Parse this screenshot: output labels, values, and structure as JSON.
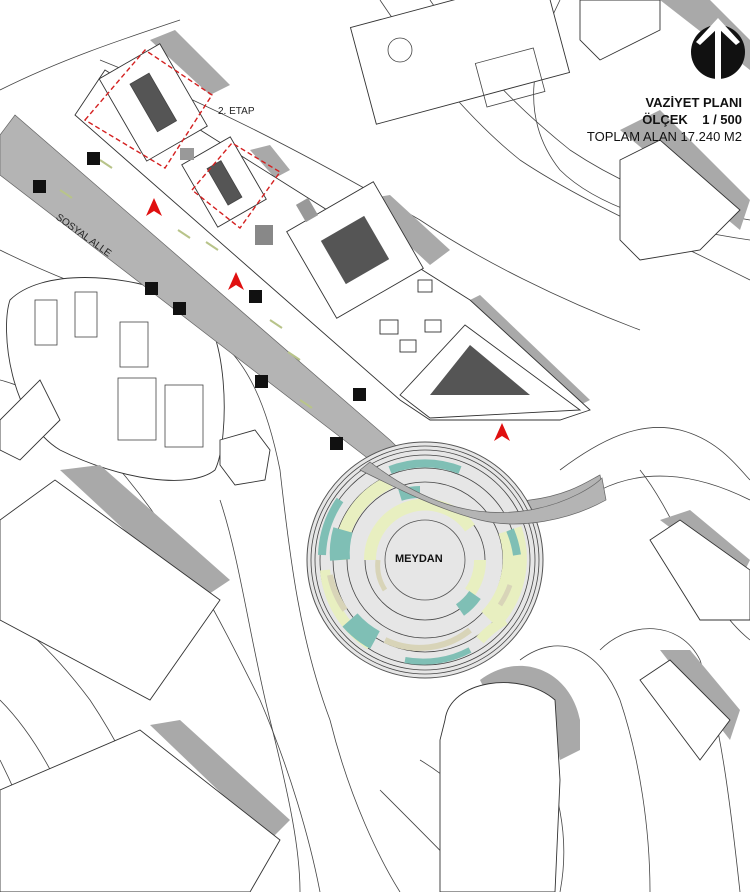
{
  "title": {
    "name": "VAZİYET PLANI",
    "scale_label": "ÖLÇEK",
    "scale_value": "1 / 500",
    "area": "TOPLAM ALAN 17.240 M2"
  },
  "labels": {
    "phase": "2. ETAP",
    "alley": "SOSYAL ALLE",
    "square": "MEYDAN"
  },
  "colors": {
    "teal": "#7fbfb5",
    "lime": "#e8efc0",
    "tan": "#d8d4b8",
    "road": "#b4b4b4",
    "shadow": "#a9a9a9",
    "entrance": "#e01010",
    "phase_outline": "#d42020"
  },
  "icons": [
    "north-arrow-icon",
    "entrance-arrow-icon"
  ]
}
